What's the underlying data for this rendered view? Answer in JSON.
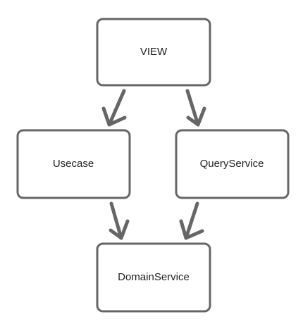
{
  "diagram": {
    "nodes": {
      "view": {
        "label": "VIEW"
      },
      "usecase": {
        "label": "Usecase"
      },
      "query_service": {
        "label": "QueryService"
      },
      "domain_service": {
        "label": "DomainService"
      }
    },
    "colors": {
      "stroke": "#666666",
      "text": "#1f1f1f",
      "background": "#ffffff"
    }
  }
}
